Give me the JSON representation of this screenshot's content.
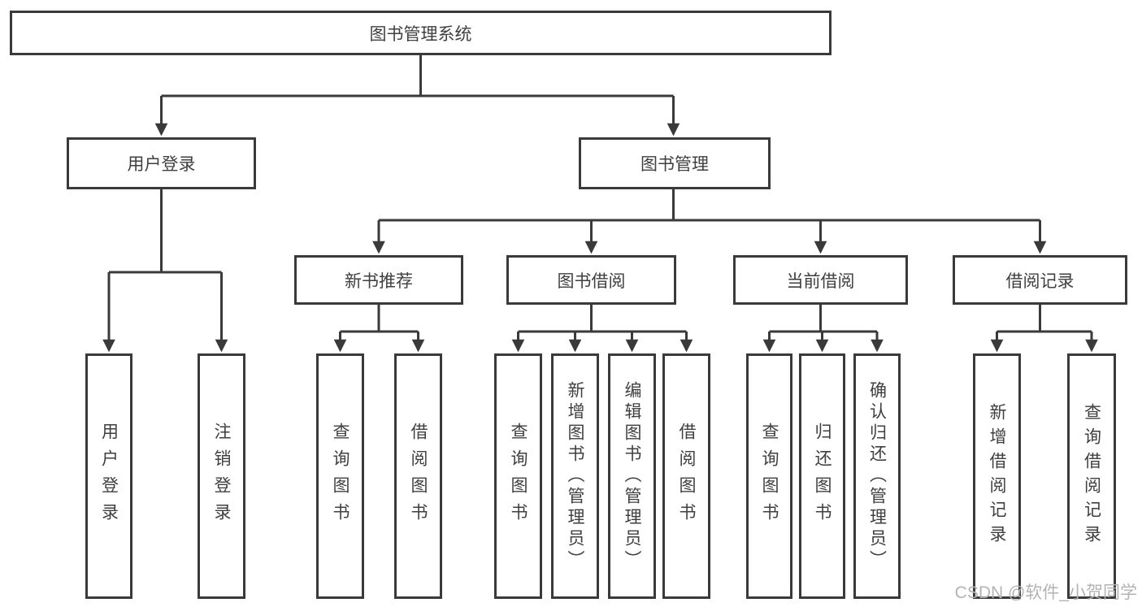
{
  "diagram": {
    "title": "图书管理系统",
    "branches": {
      "user_login": {
        "label": "用户登录",
        "children": [
          "用户登录",
          "注销登录"
        ]
      },
      "book_management": {
        "label": "图书管理",
        "sections": {
          "new_book_recommend": {
            "label": "新书推荐",
            "children": [
              "查询图书",
              "借阅图书"
            ]
          },
          "book_borrowing": {
            "label": "图书借阅",
            "children": [
              "查询图书",
              "新增图书（管理员）",
              "编辑图书（管理员）",
              "借阅图书"
            ]
          },
          "current_borrowing": {
            "label": "当前借阅",
            "children": [
              "查询图书",
              "归还图书",
              "确认归还（管理员）"
            ]
          },
          "borrowing_records": {
            "label": "借阅记录",
            "children": [
              "新增借阅记录",
              "查询借阅记录"
            ]
          }
        }
      }
    }
  },
  "watermark": "CSDN @软件_小贺同学",
  "colors": {
    "line": "#3a3a3a",
    "box_border": "#3a3a3a",
    "text": "#3f3f3f",
    "watermark": "#b3b3b3",
    "background": "#ffffff"
  }
}
